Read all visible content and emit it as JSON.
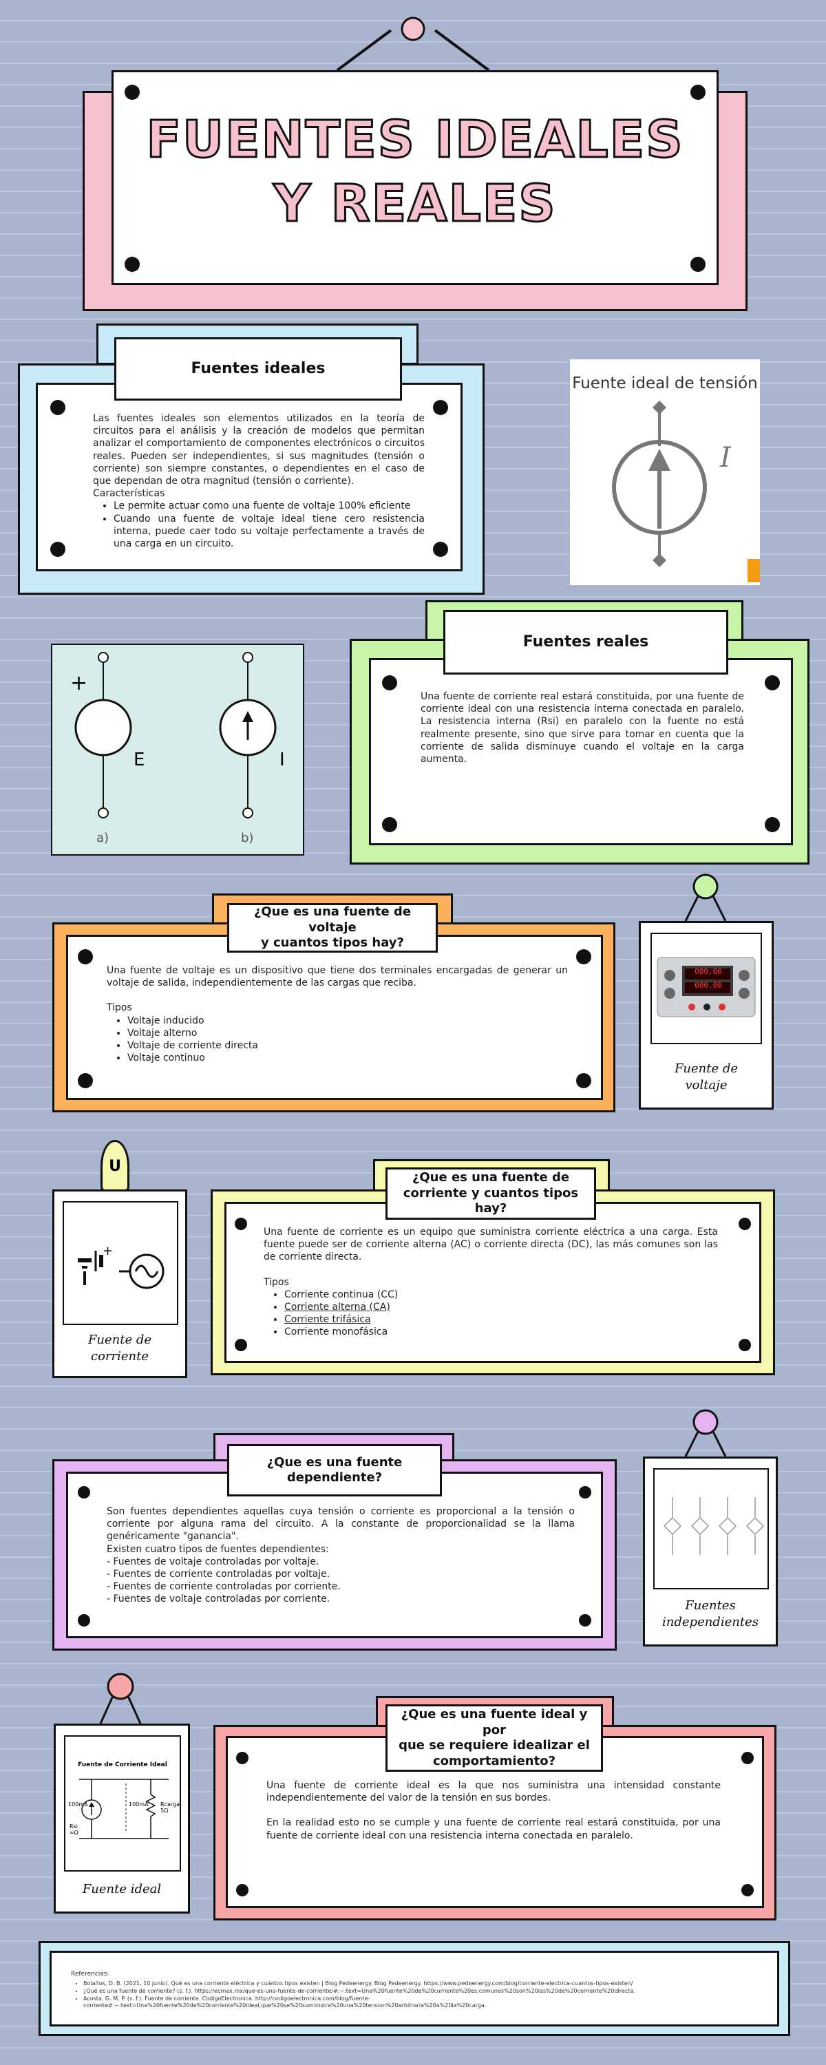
{
  "title": {
    "line1": "FUENTES IDEALES",
    "line2": "Y REALES"
  },
  "ideales": {
    "heading": "Fuentes ideales",
    "paragraph": "Las fuentes ideales son elementos utilizados en la teoría de circuitos para el análisis y la creación de modelos que permitan analizar el comportamiento de componentes electrónicos o circuitos reales. Pueden ser independientes, si sus magnitudes (tensión o corriente) son siempre constantes, o dependientes en el caso de que dependan de otra magnitud (tensión o corriente).",
    "characteristics_label": "Características",
    "bullets": [
      "Le permite actuar como una fuente de voltaje 100% eficiente",
      "Cuando una fuente de voltaje ideal tiene cero resistencia interna, puede caer todo su voltaje perfectamente a través de una carga en un circuito."
    ]
  },
  "tension_image": {
    "title": "Fuente ideal de tensión",
    "symbol_label": "I"
  },
  "sources_diagram": {
    "label_e": "E",
    "label_i": "I",
    "caption_a": "a)",
    "caption_b": "b)",
    "plus": "+"
  },
  "reales": {
    "heading": "Fuentes reales",
    "paragraph": "Una fuente de corriente real estará constituida, por una fuente de corriente ideal con una resistencia interna conectada en paralelo. La resistencia interna (Rsi) en paralelo con la fuente no está realmente presente, sino que sirve para tomar en cuenta que la corriente de salida disminuye cuando el voltaje en la carga aumenta."
  },
  "voltaje": {
    "heading_line1": "¿Que es una fuente de voltaje",
    "heading_line2": "y cuantos tipos hay?",
    "paragraph": "Una fuente de voltaje es un dispositivo que tiene dos terminales encargadas de generar un voltaje de salida, independientemente de las cargas que reciba.",
    "types_label": "Tipos",
    "types": [
      "Voltaje inducido",
      "Voltaje alterno",
      "Voltaje de corriente directa",
      "Voltaje continuo"
    ],
    "frame_caption_line1": "Fuente de",
    "frame_caption_line2": "voltaje",
    "device_display_1": "000.00",
    "device_display_2": "000.00"
  },
  "corriente": {
    "heading_line1": "¿Que es una fuente de",
    "heading_line2": "corriente y cuantos tipos hay?",
    "paragraph": "Una fuente de corriente es un equipo que suministra corriente eléctrica a una carga. Esta fuente puede ser de corriente alterna (AC) o corriente directa (DC), las más comunes son las de corriente directa.",
    "types_label": "Tipos",
    "types": [
      "Corriente continua (CC)",
      "Corriente alterna (CA)",
      "Corriente trifásica",
      "Corriente monofásica"
    ],
    "frame_caption_line1": "Fuente de",
    "frame_caption_line2": "corriente",
    "hook_letter": "U"
  },
  "dependiente": {
    "heading_line1": "¿Que es una fuente",
    "heading_line2": "dependiente?",
    "paragraph": "Son fuentes dependientes aquellas cuya tensión o corriente es proporcional a la tensión o corriente por alguna rama del circuito. A la constante de proporcionalidad se la llama genéricamente \"ganancia\".",
    "lines": [
      "Existen cuatro tipos de fuentes dependientes:",
      "- Fuentes de voltaje controladas por voltaje.",
      "- Fuentes de corriente controladas por voltaje.",
      "- Fuentes de corriente controladas por corriente.",
      "- Fuentes de voltaje controladas por corriente."
    ],
    "frame_caption_line1": "Fuentes",
    "frame_caption_line2": "independientes"
  },
  "ideal": {
    "heading_line1": "¿Que es una fuente ideal y por",
    "heading_line2": "que se requiere idealizar el",
    "heading_line3": "comportamiento?",
    "paragraph1": "Una fuente de corriente ideal es la que nos suministra una intensidad constante independientemente del valor de la tensión en sus bordes.",
    "paragraph2": "En la realidad esto no se cumple y una fuente de corriente real estará constituida, por una fuente de corriente ideal con una resistencia interna conectada en paralelo.",
    "frame_caption": "Fuente ideal",
    "diagram_title": "Fuente de Corriente Ideal",
    "diagram_left_label": "100mA",
    "diagram_left_sub": "Rsi ∞Ω",
    "diagram_mid_label": "100mA",
    "diagram_right_label": "Rcarga 5Ω"
  },
  "references": {
    "label": "Referencias:",
    "items": [
      "Bolaños, D. B. (2021, 10 junio). Qué es una corriente eléctrica y cuántos tipos existen | Blog Pedeenergy. Blog Pedeenergy. https://www.pedeenergy.com/blog/corriente-electrica-cuantos-tipos-existen/",
      "¿Qué es una fuente de corriente? (s. f.). https://ecmax.mx/que-es-una-fuente-de-corriente/#:~:text=Una%20fuente%20de%20corriente%20es,comunes%20son%20las%20de%20corriente%20directa.",
      "Acosta, G. M. P. (s. f.). Fuente de corriente. CodigoElectronica. http://codigoelectronica.com/blog/fuente-corriente#:~:text=Una%20fuente%20de%20corriente%20ideal,que%20se%20suministra%20una%20tension%20arbitraria%20a%20la%20carga."
    ]
  },
  "colors": {
    "background": "#a9b4cf",
    "pink": "#f6c1cc",
    "blue": "#c8ebf7",
    "green": "#c9f5a8",
    "orange": "#fbb15b",
    "yellow": "#f7f8b0",
    "purple": "#e3b4f0",
    "salmon": "#f6a6a6",
    "mint": "#d6ede9",
    "footer": "#c8ebf7"
  }
}
